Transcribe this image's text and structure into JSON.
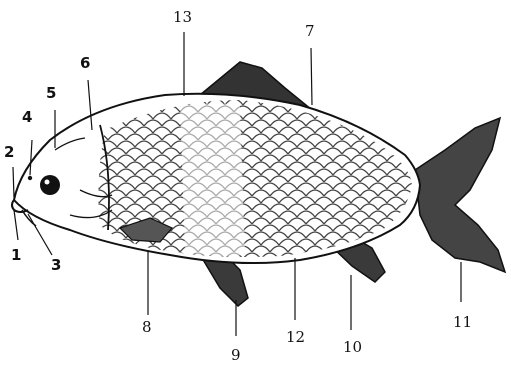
{
  "figure": {
    "labels": [
      "1",
      "2",
      "3",
      "4",
      "5",
      "6",
      "7",
      "8",
      "9",
      "10",
      "11",
      "12",
      "13"
    ]
  },
  "colors": {
    "ink": "#111111",
    "paper": "#ffffff"
  }
}
